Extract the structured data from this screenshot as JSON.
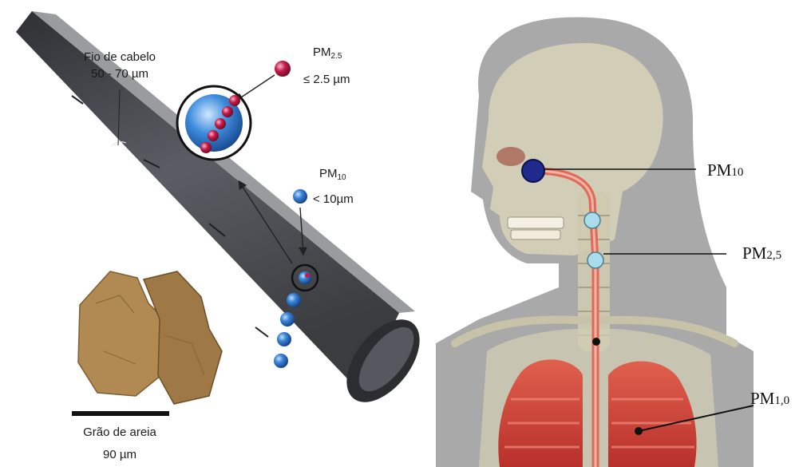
{
  "left_panel": {
    "hair_label_line1": "Fio de cabelo",
    "hair_label_line2": "50 - 70 µm",
    "pm25_label_main": "PM",
    "pm25_label_sub": "2.5",
    "pm25_size": "≤ 2.5 µm",
    "pm10_label_main": "PM",
    "pm10_label_sub": "10",
    "pm10_size": "< 10µm",
    "sand_label": "Grão de areia",
    "sand_size": "90 µm"
  },
  "right_panel": {
    "pm10_main": "PM",
    "pm10_sub": "10",
    "pm25_main": "PM",
    "pm25_sub": "2,5",
    "pm10b_main": "PM",
    "pm10b_sub": "1,0"
  },
  "colors": {
    "hair": "#4a4d52",
    "pm25_particle": "#b0153f",
    "pm10_particle": "#2f6fc6",
    "sand": "#b08a52",
    "lungs": "#d2473a",
    "silhouette": "#a9a9a9",
    "nasal_dot": "#1f2a8c",
    "throat_dot": "#a9dcec"
  }
}
